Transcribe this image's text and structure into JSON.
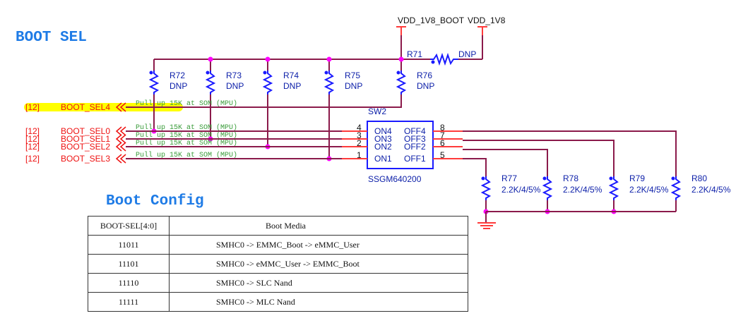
{
  "titles": {
    "boot_sel": "BOOT SEL",
    "boot_config": "Boot Config"
  },
  "power": {
    "vdd_boot": "VDD_1V8_BOOT",
    "vdd": "VDD_1V8"
  },
  "r71": {
    "ref": "R71",
    "value": "DNP"
  },
  "pullups": [
    {
      "ref": "R72",
      "value": "DNP"
    },
    {
      "ref": "R73",
      "value": "DNP"
    },
    {
      "ref": "R74",
      "value": "DNP"
    },
    {
      "ref": "R75",
      "value": "DNP"
    },
    {
      "ref": "R76",
      "value": "DNP"
    }
  ],
  "pulldowns": [
    {
      "ref": "R77",
      "value": "2.2K/4/5%"
    },
    {
      "ref": "R78",
      "value": "2.2K/4/5%"
    },
    {
      "ref": "R79",
      "value": "2.2K/4/5%"
    },
    {
      "ref": "R80",
      "value": "2.2K/4/5%"
    }
  ],
  "nets": [
    {
      "sheet": "[12]",
      "name": "BOOT_SEL4",
      "note": "Pull up 15K at SOM (MPU)",
      "highlight": true
    },
    {
      "sheet": "[12]",
      "name": "BOOT_SEL0",
      "note": "Pull up 15K at SOM (MPU)"
    },
    {
      "sheet": "[12]",
      "name": "BOOT_SEL1",
      "note": "Pull up 15K at SOM (MPU)"
    },
    {
      "sheet": "[12]",
      "name": "BOOT_SEL2",
      "note": "Pull up 15K at SOM (MPU)"
    },
    {
      "sheet": "[12]",
      "name": "BOOT_SEL3",
      "note": "Pull up 15K at SOM (MPU)"
    }
  ],
  "switch": {
    "ref": "SW2",
    "part": "SSGM640200",
    "left_pins": [
      {
        "num": "4",
        "name": "ON4"
      },
      {
        "num": "3",
        "name": "ON3"
      },
      {
        "num": "2",
        "name": "ON2"
      },
      {
        "num": "1",
        "name": "ON1"
      }
    ],
    "right_pins": [
      {
        "num": "8",
        "name": "OFF4"
      },
      {
        "num": "7",
        "name": "OFF3"
      },
      {
        "num": "6",
        "name": "OFF2"
      },
      {
        "num": "5",
        "name": "OFF1"
      }
    ]
  },
  "config_table": {
    "headers": [
      "BOOT-SEL[4:0]",
      "Boot Media"
    ],
    "rows": [
      [
        "11011",
        "SMHC0 -> EMMC_Boot -> eMMC_User"
      ],
      [
        "11101",
        "SMHC0 -> eMMC_User -> EMMC_Boot"
      ],
      [
        "11110",
        "SMHC0 -> SLC Nand"
      ],
      [
        "11111",
        "SMHC0 -> MLC Nand"
      ]
    ]
  },
  "colors": {
    "title": "#1e7be6",
    "wire": "#8b1a4b",
    "net_label": "#ee1111",
    "component": "#1a1aff",
    "junction": "#ff00ff",
    "highlight": "#ffff00"
  }
}
